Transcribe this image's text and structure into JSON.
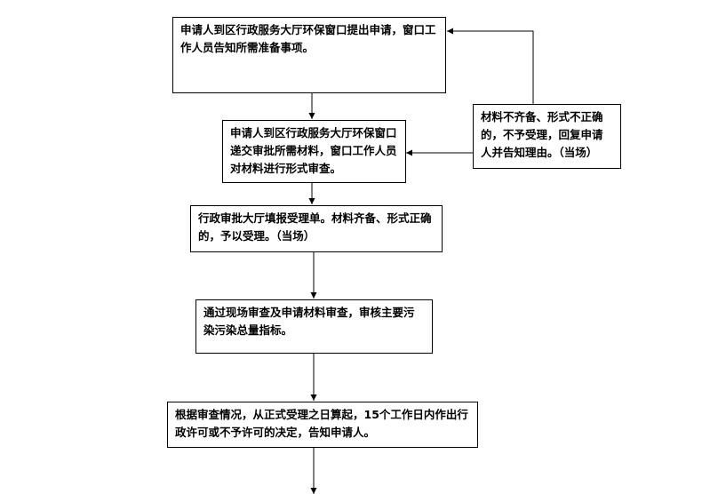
{
  "diagram": {
    "steps": [
      {
        "text": "申请人到区行政服务大厅环保窗口提出申请，窗口工作人员告知所需准备事项。"
      },
      {
        "text": "申请人到区行政服务大厅环保窗口递交审批所需材料，窗口工作人员对材料进行形式审查。"
      },
      {
        "text": "行政审批大厅填报受理单。材料齐备、形式正确的，予以受理。（当场）"
      },
      {
        "text": "通过现场审查及申请材料审查，审核主要污染污染总量指标。"
      },
      {
        "text": "根据审查情况，从正式受理之日算起，15个工作日内作出行政许可或不予许可的决定，告知申请人。"
      }
    ],
    "side_note": {
      "text": "材料不齐备、形式不正确的，不予受理，回复申请人并告知理由。（当场）"
    }
  }
}
